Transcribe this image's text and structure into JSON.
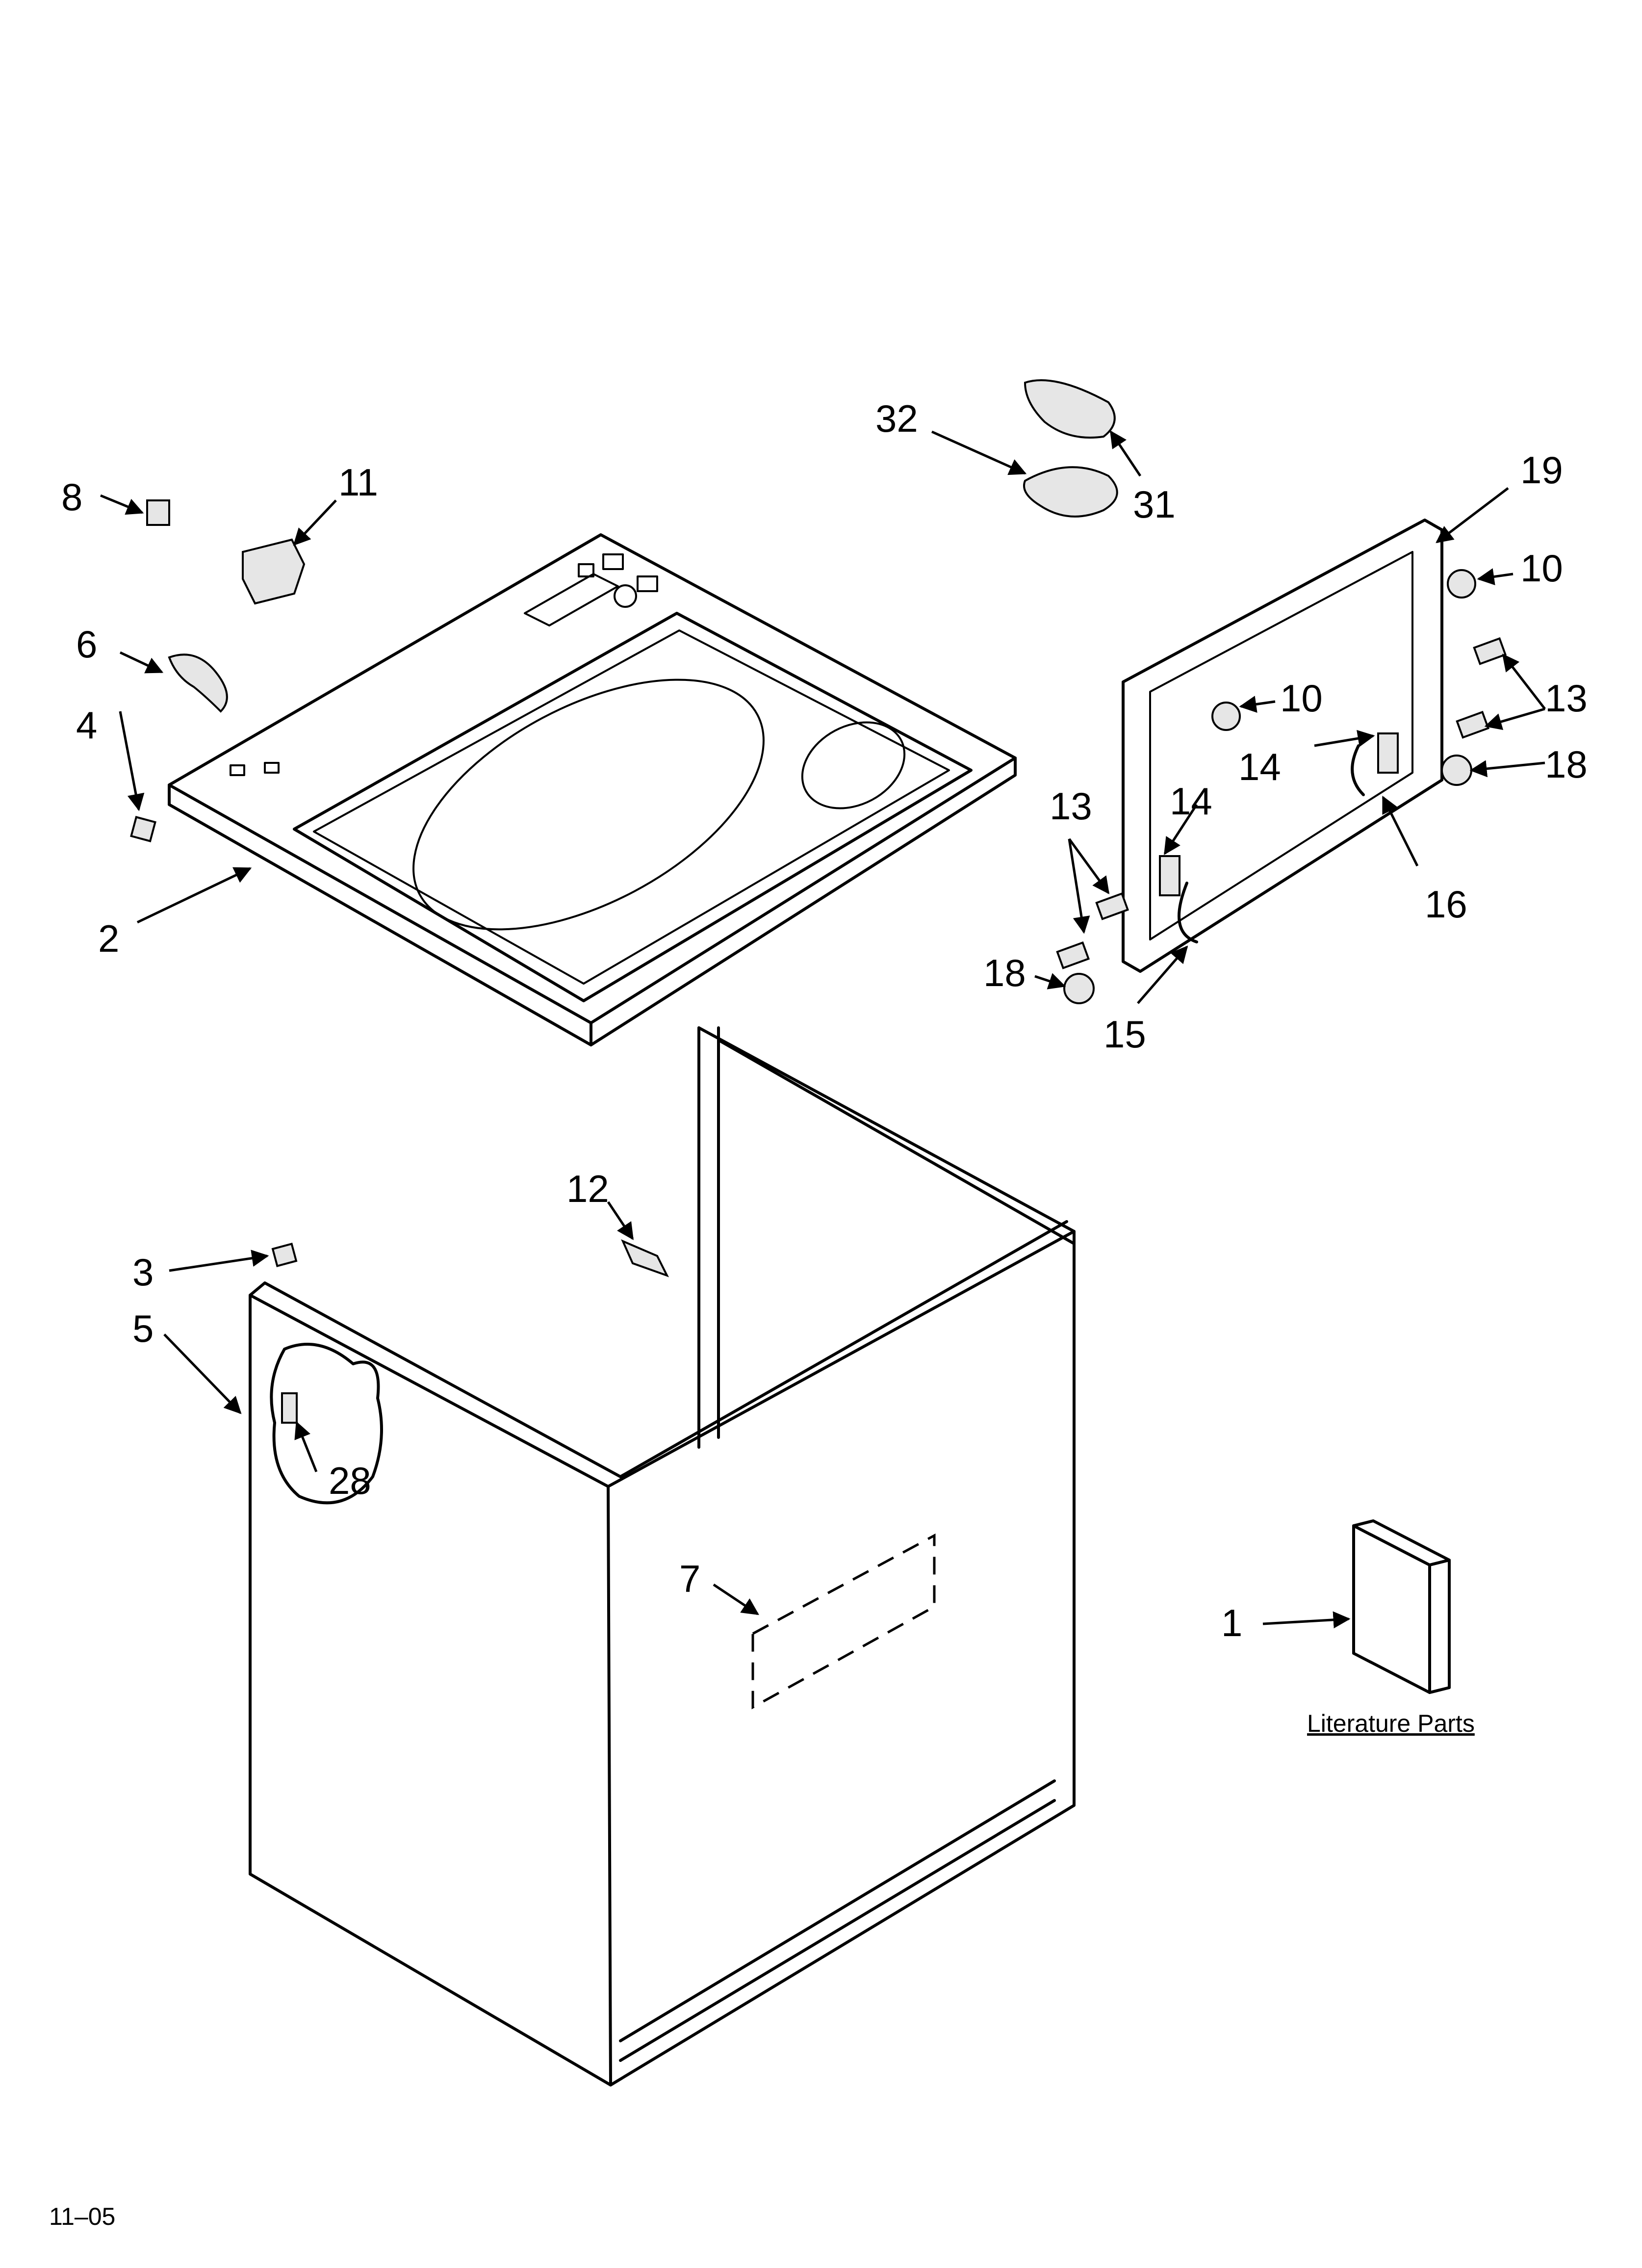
{
  "callouts": [
    {
      "id": "1",
      "label": "1"
    },
    {
      "id": "2",
      "label": "2"
    },
    {
      "id": "3",
      "label": "3"
    },
    {
      "id": "4",
      "label": "4"
    },
    {
      "id": "5",
      "label": "5"
    },
    {
      "id": "6",
      "label": "6"
    },
    {
      "id": "7",
      "label": "7"
    },
    {
      "id": "8",
      "label": "8"
    },
    {
      "id": "10a",
      "label": "10"
    },
    {
      "id": "10b",
      "label": "10"
    },
    {
      "id": "11",
      "label": "11"
    },
    {
      "id": "12",
      "label": "12"
    },
    {
      "id": "13a",
      "label": "13"
    },
    {
      "id": "13b",
      "label": "13"
    },
    {
      "id": "14a",
      "label": "14"
    },
    {
      "id": "14b",
      "label": "14"
    },
    {
      "id": "15",
      "label": "15"
    },
    {
      "id": "16",
      "label": "16"
    },
    {
      "id": "18a",
      "label": "18"
    },
    {
      "id": "18b",
      "label": "18"
    },
    {
      "id": "19",
      "label": "19"
    },
    {
      "id": "28",
      "label": "28"
    },
    {
      "id": "31",
      "label": "31"
    },
    {
      "id": "32",
      "label": "32"
    }
  ],
  "literature_label": "Literature Parts",
  "footer_code": "11–05"
}
